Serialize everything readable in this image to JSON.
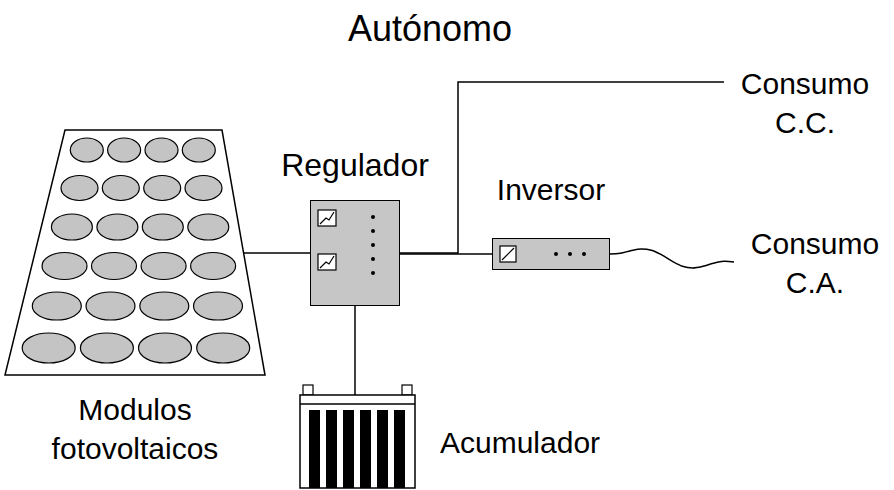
{
  "diagram": {
    "title": "Autónomo",
    "nodes": [
      {
        "text": [
          "Modulos fotovoltaicos"
        ]
      },
      {
        "text": [
          "Regulador"
        ]
      },
      {
        "text": [
          "Acumulador"
        ]
      },
      {
        "text": [
          "Inversor"
        ]
      },
      {
        "text": [
          "Consumo C.C."
        ]
      },
      {
        "text": [
          "Consumo C.A."
        ]
      }
    ],
    "edges": [
      {
        "from": 0,
        "to": 1,
        "arrow": "none"
      },
      {
        "from": 1,
        "to": 2,
        "arrow": "none"
      },
      {
        "from": 1,
        "to": 3,
        "arrow": "none"
      },
      {
        "from": 1,
        "to": 4,
        "arrow": "none"
      },
      {
        "from": 3,
        "to": 5,
        "arrow": "none"
      }
    ]
  }
}
